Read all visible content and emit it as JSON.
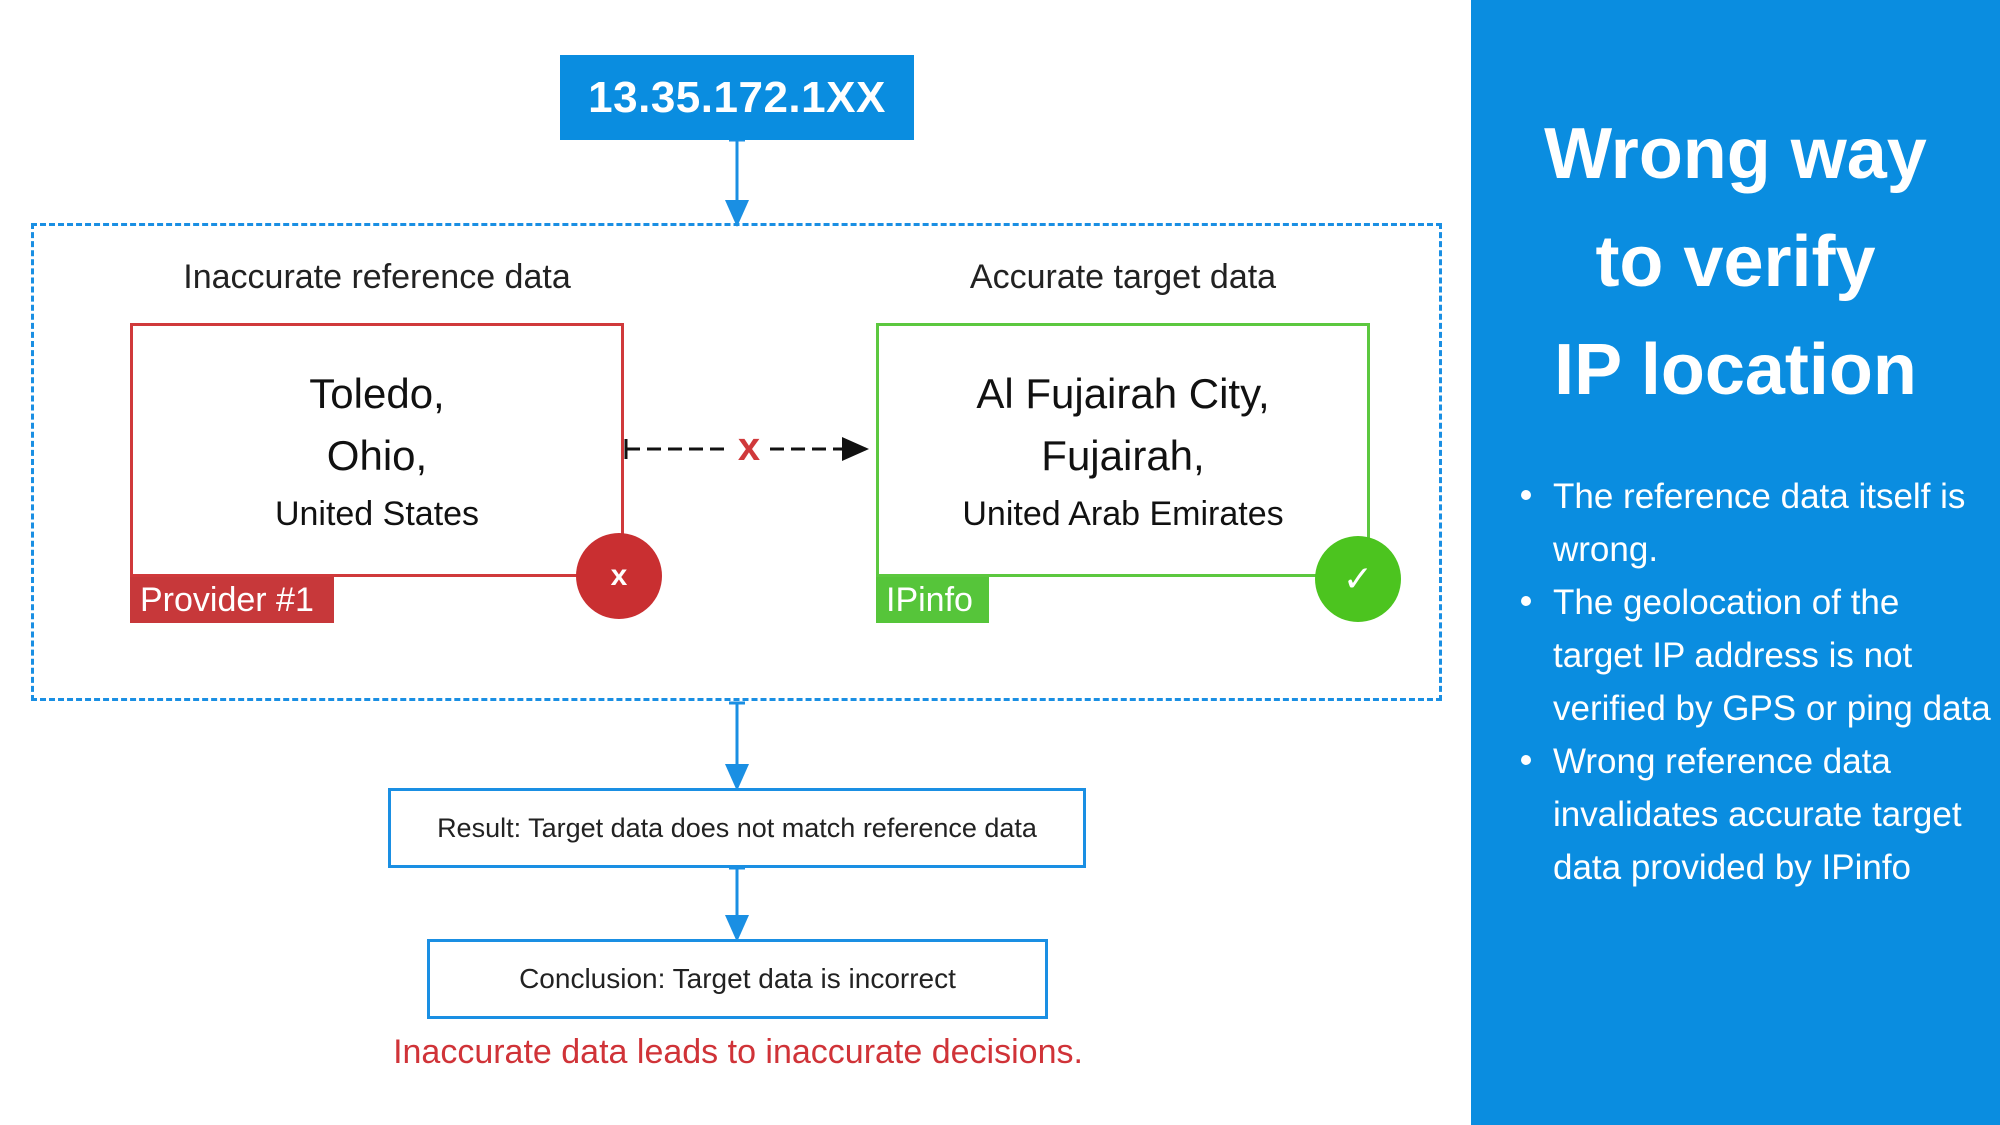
{
  "ip_address": "13.35.172.1XX",
  "reference": {
    "heading": "Inaccurate reference data",
    "line1": "Toledo,",
    "line2": "Ohio,",
    "line3": "United States",
    "tag": "Provider #1",
    "badge": "x",
    "color": "#d0393b"
  },
  "target": {
    "heading": "Accurate target data",
    "line1": "Al Fujairah City,",
    "line2": "Fujairah,",
    "line3": "United Arab Emirates",
    "tag": "IPinfo",
    "badge": "✓",
    "color": "#5cc83f"
  },
  "mismatch_mark": "x",
  "result": "Result: Target data does not match reference data",
  "conclusion": "Conclusion: Target data is incorrect",
  "warning": "Inaccurate data leads to inaccurate decisions.",
  "sidebar": {
    "title_lines": [
      "Wrong way",
      "to verify",
      "IP location"
    ],
    "bullets": [
      "The reference data itself is wrong.",
      "The geolocation of the target IP address is not verified by GPS or ping data",
      "Wrong reference data invalidates accurate target data provided by IPinfo"
    ],
    "background": "#0a8de0"
  }
}
